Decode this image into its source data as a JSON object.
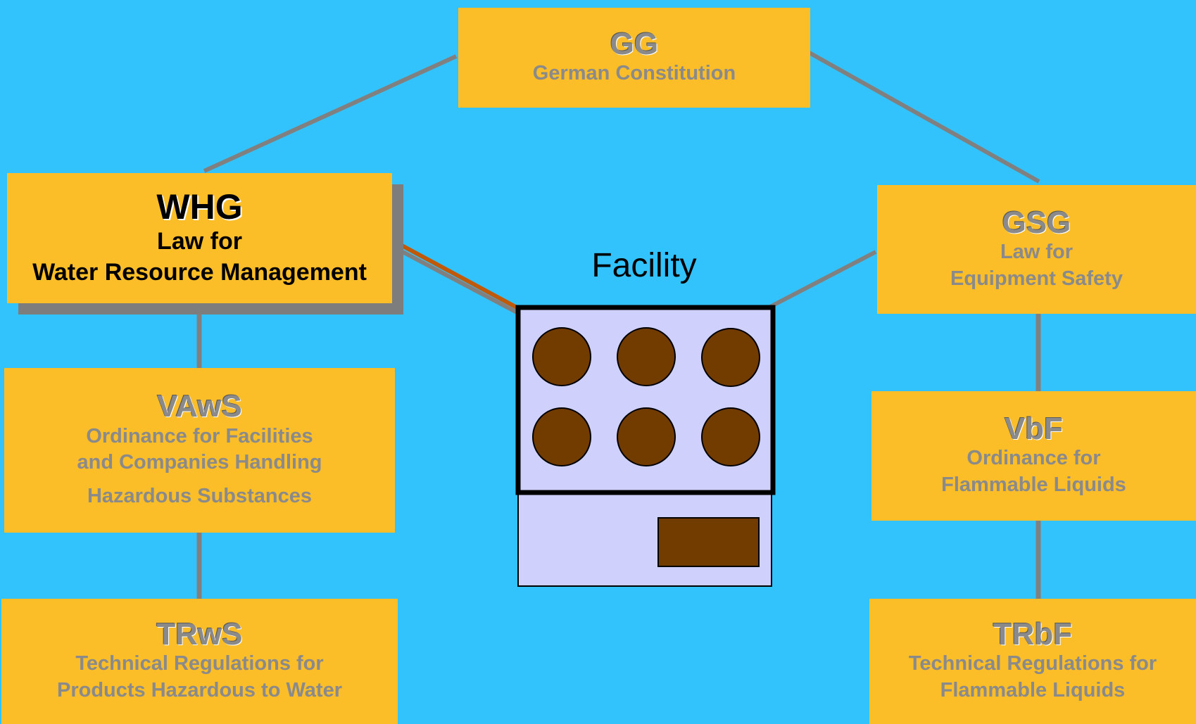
{
  "center": {
    "abbr": "GG",
    "lines": [
      "German Constitution"
    ]
  },
  "left_branch": [
    {
      "abbr": "WHG",
      "lines": [
        "Law for",
        "Water Resource Management"
      ],
      "highlighted": true
    },
    {
      "abbr": "VAwS",
      "lines": [
        "Ordinance for Facilities",
        "and Companies Handling",
        "Hazardous Substances"
      ]
    },
    {
      "abbr": "TRwS",
      "lines": [
        "Technical Regulations for",
        "Products Hazardous to Water"
      ]
    }
  ],
  "right_branch": [
    {
      "abbr": "GSG",
      "lines": [
        "Law for",
        "Equipment Safety"
      ]
    },
    {
      "abbr": "VbF",
      "lines": [
        "Ordinance for",
        "Flammable Liquids"
      ]
    },
    {
      "abbr": "TRbF",
      "lines": [
        "Technical Regulations for",
        "Flammable Liquids"
      ]
    }
  ],
  "facility": {
    "label": "Facility"
  },
  "colors": {
    "background": "#33c3fc",
    "box": "#fbbd28",
    "connector": "#808080",
    "highlight_connector": "#c05a0a",
    "facility_body": "#cfd0fc",
    "facility_tank": "#723b00"
  }
}
